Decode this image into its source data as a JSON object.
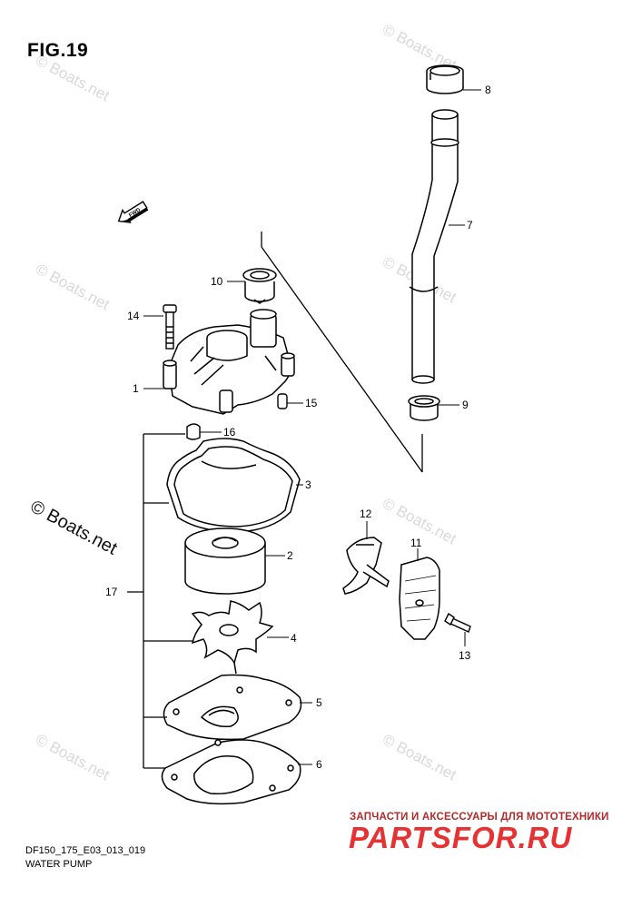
{
  "figure": {
    "title": "FIG.19"
  },
  "footer": {
    "code": "DF150_175_E03_013_019",
    "name": "WATER PUMP"
  },
  "brand": {
    "tagline": "ЗАПЧАСТИ И АКСЕССУАРЫ ДЛЯ МОТОТЕХНИКИ",
    "logo": "PARTSFOR.RU",
    "color": "#e63232"
  },
  "watermark": {
    "text": "© Boats.net"
  },
  "fwd_icon": {
    "label": "FWD"
  },
  "callouts": {
    "c1": "1",
    "c2": "2",
    "c3": "3",
    "c4": "4",
    "c5": "5",
    "c6": "6",
    "c7": "7",
    "c8": "8",
    "c9": "9",
    "c10": "10",
    "c11": "11",
    "c12": "12",
    "c13": "13",
    "c14": "14",
    "c15": "15",
    "c16": "16",
    "c17": "17"
  }
}
